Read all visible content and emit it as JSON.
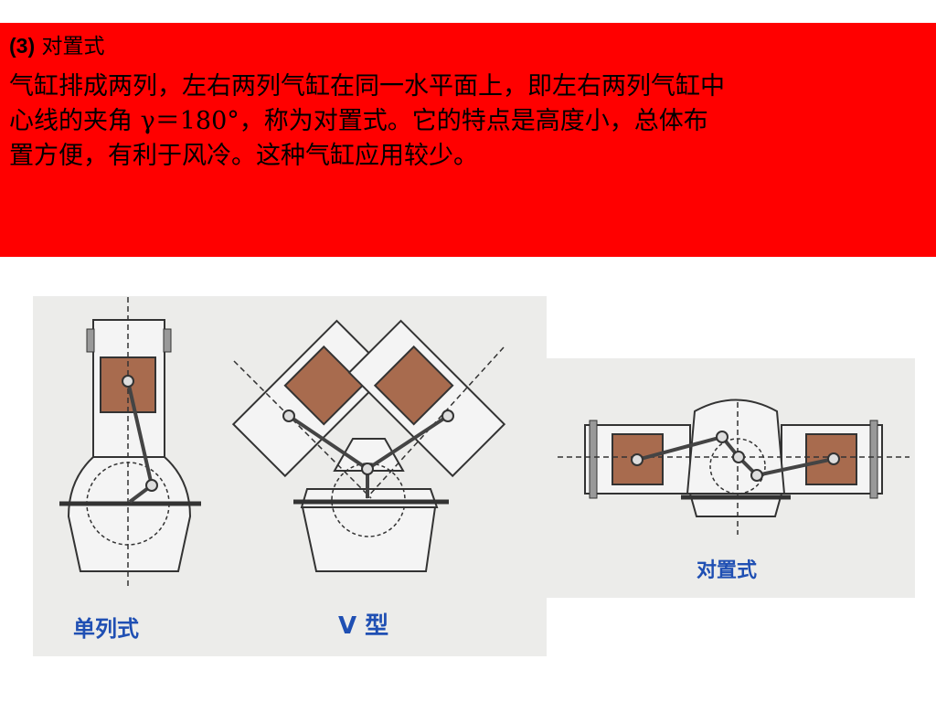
{
  "slide": {
    "heading_number": "(3)",
    "heading_text": "对置式",
    "lines": [
      "气缸排成两列，左右两列气缸在同一水平面上，即左右两列气缸中",
      "心线的夹角 γ＝180°，称为对置式。它的特点是高度小，总体布",
      "置方便，有利于风冷。这种气缸应用较少。"
    ],
    "colors": {
      "banner": "#ff0000",
      "caption": "#1f4fb3",
      "piston": "#a86b4e"
    }
  },
  "figures": {
    "single": {
      "caption": "单列式"
    },
    "v_type": {
      "caption": "V 型"
    },
    "opposed": {
      "caption": "对置式"
    }
  }
}
